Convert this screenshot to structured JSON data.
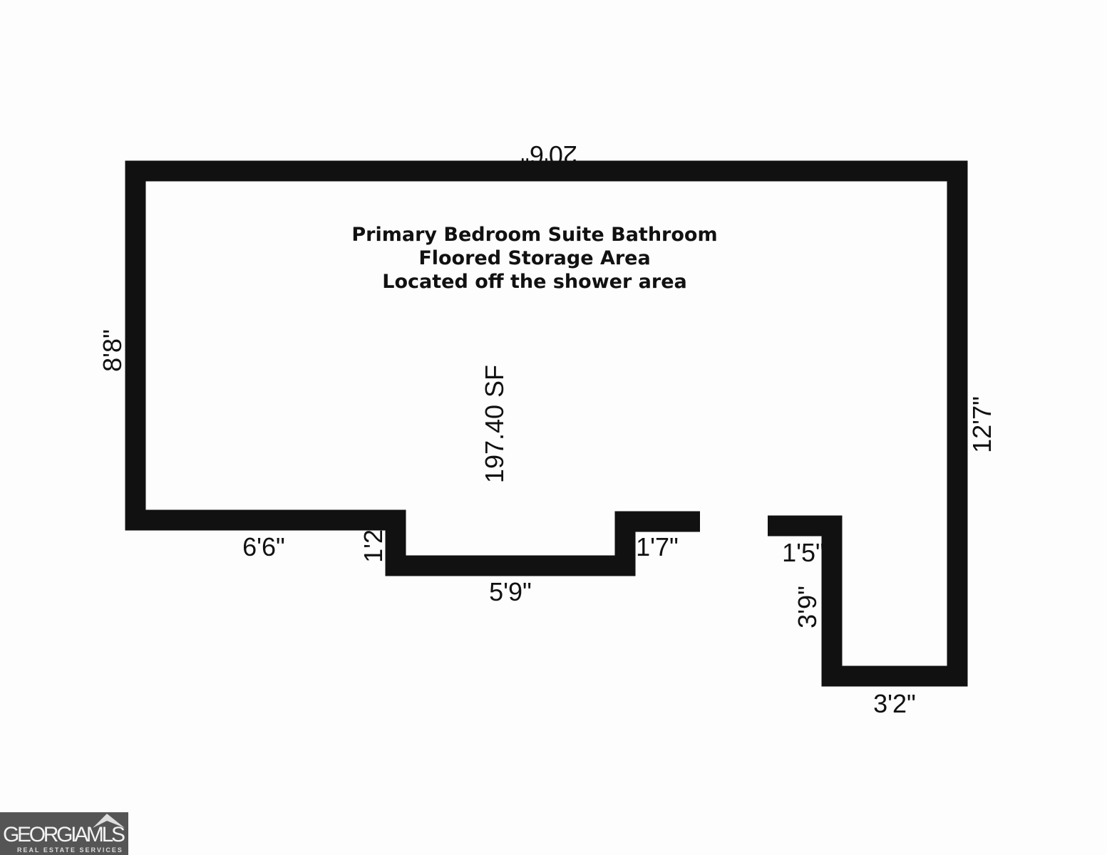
{
  "plan": {
    "title_lines": [
      "Primary Bedroom Suite Bathroom",
      "Floored Storage Area",
      "Located off the shower area"
    ],
    "area": "197.40 SF",
    "dimensions": {
      "top": "20'6\"",
      "left": "8'8\"",
      "right": "12'7\"",
      "bottom_left": "6'6\"",
      "step_left": "1'2\"",
      "step_bottom": "5'9\"",
      "step_right": "1'7\"",
      "opening_right": "1'5\"",
      "notch_side": "3'9\"",
      "notch_bottom": "3'2\""
    },
    "wall_color": "#111111"
  },
  "logo": {
    "main": "GEORGIAMLS",
    "sub": "REAL ESTATE SERVICES"
  }
}
